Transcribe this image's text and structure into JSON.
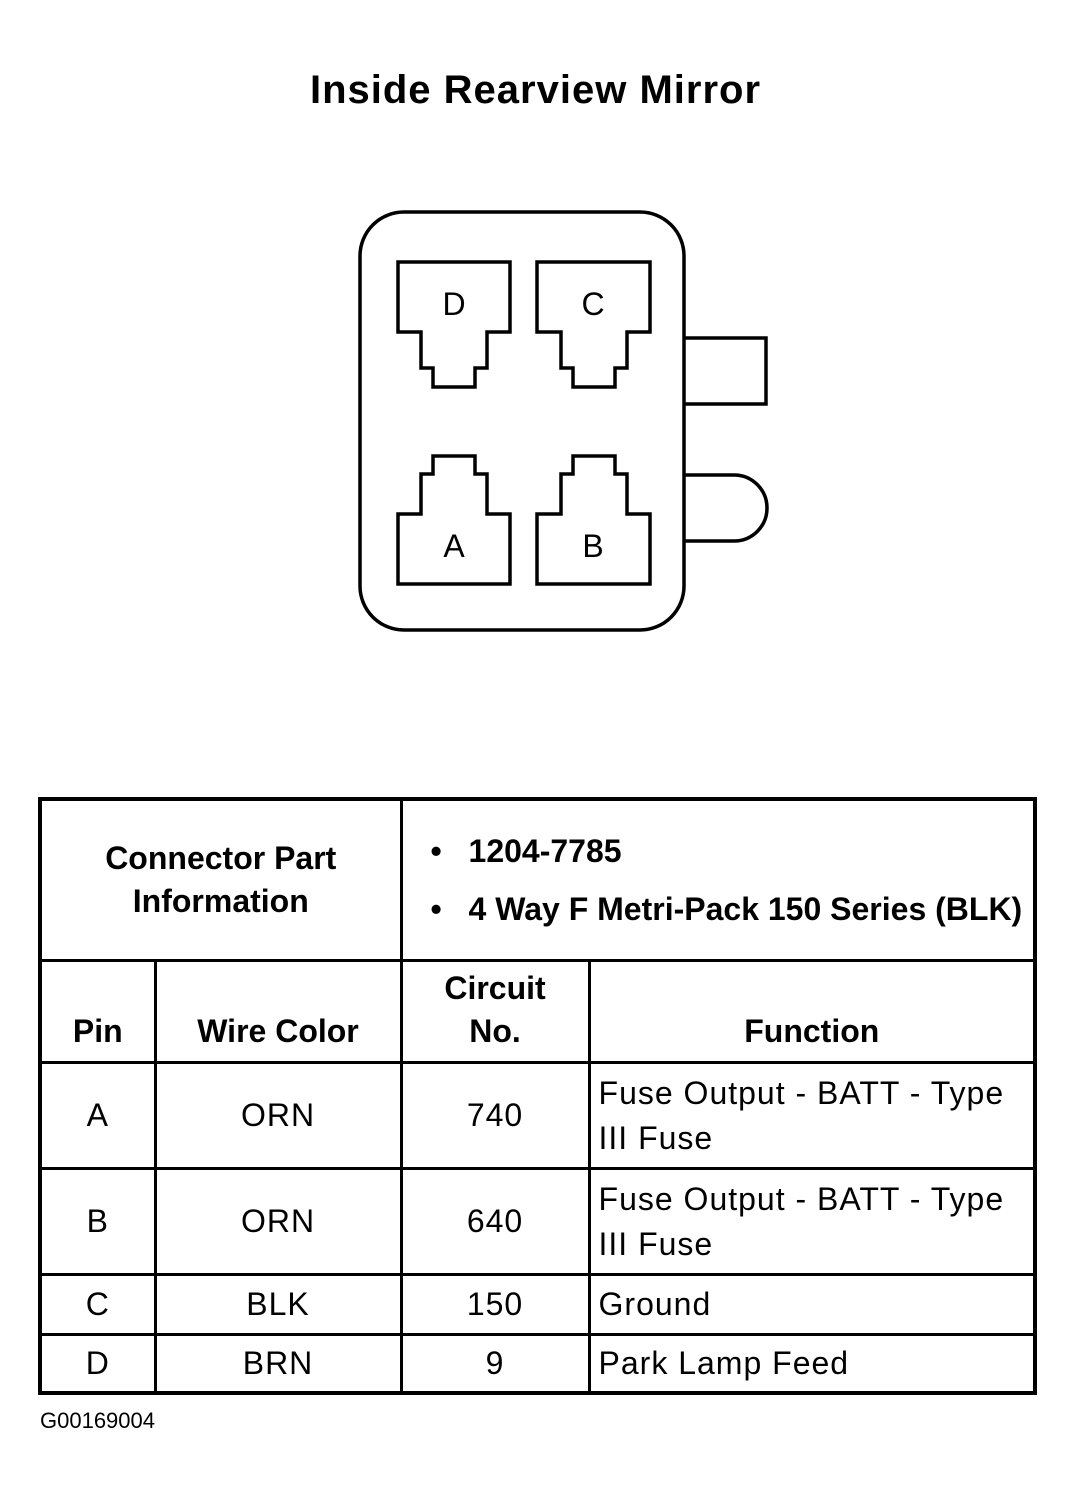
{
  "title": "Inside Rearview Mirror",
  "connector": {
    "pins": {
      "d": "D",
      "c": "C",
      "a": "A",
      "b": "B"
    }
  },
  "table": {
    "connector_info_label": "Connector Part Information",
    "part_info": [
      "1204-7785",
      "4 Way F Metri-Pack 150 Series (BLK)"
    ],
    "headers": {
      "pin": "Pin",
      "wire_color": "Wire Color",
      "circuit_no": "Circuit No.",
      "function": "Function"
    },
    "rows": [
      {
        "pin": "A",
        "wire_color": "ORN",
        "circuit": "740",
        "function": "Fuse Output - BATT - Type III Fuse"
      },
      {
        "pin": "B",
        "wire_color": "ORN",
        "circuit": "640",
        "function": "Fuse Output - BATT - Type III Fuse"
      },
      {
        "pin": "C",
        "wire_color": "BLK",
        "circuit": "150",
        "function": "Ground"
      },
      {
        "pin": "D",
        "wire_color": "BRN",
        "circuit": "9",
        "function": "Park Lamp Feed"
      }
    ]
  },
  "figure_code": "G00169004"
}
